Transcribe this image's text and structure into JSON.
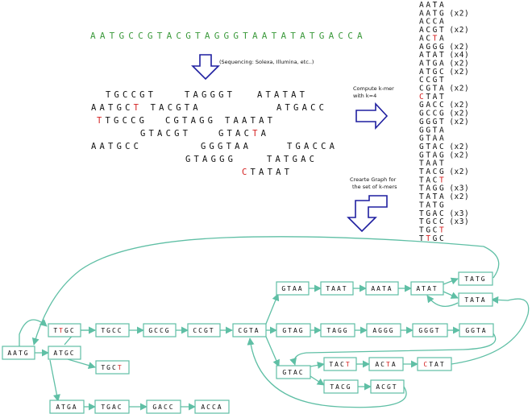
{
  "colors": {
    "genome": "#3c9a3c",
    "mutation": "#d42020",
    "graph": "#5fbfa5",
    "flow_arrow": "#1f1fa0",
    "text": "#111111"
  },
  "genome": "AATGCCGTACGTAGGGTAATATATGACCA",
  "sequencing_note": "(Sequencing: Solexa, Illumina, etc..)",
  "reads": [
    "TGCCGT",
    "TAGGGT",
    "ATATAT",
    "AATGCTTACGTA",
    "ATGACC",
    "TTGCCG",
    "CGTAGG",
    "TAATAT",
    "GTACGT",
    "GTACTA",
    "AATGCC",
    "GGGTAA",
    "TGACCA",
    "GTAGGG",
    "TATGAC",
    "CTATAT"
  ],
  "kmer_step": {
    "line1": "Compute k-mer",
    "line2": "with k=4"
  },
  "graph_step": {
    "line1": "Crearte Graph for",
    "line2": "the set of k-mers"
  },
  "kmers": [
    {
      "seq": "AATA",
      "count": ""
    },
    {
      "seq": "AATG",
      "count": "(x2)"
    },
    {
      "seq": "ACCA",
      "count": ""
    },
    {
      "seq": "ACGT",
      "count": "(x2)"
    },
    {
      "seq": "ACTA",
      "count": ""
    },
    {
      "seq": "AGGG",
      "count": "(x2)"
    },
    {
      "seq": "ATAT",
      "count": "(x4)"
    },
    {
      "seq": "ATGA",
      "count": "(x2)"
    },
    {
      "seq": "ATGC",
      "count": "(x2)"
    },
    {
      "seq": "CCGT",
      "count": ""
    },
    {
      "seq": "CGTA",
      "count": "(x2)"
    },
    {
      "seq": "CTAT",
      "count": ""
    },
    {
      "seq": "GACC",
      "count": "(x2)"
    },
    {
      "seq": "GCCG",
      "count": "(x2)"
    },
    {
      "seq": "GGGT",
      "count": "(x2)"
    },
    {
      "seq": "GGTA",
      "count": ""
    },
    {
      "seq": "GTAA",
      "count": ""
    },
    {
      "seq": "GTAC",
      "count": "(x2)"
    },
    {
      "seq": "GTAG",
      "count": "(x2)"
    },
    {
      "seq": "TAAT",
      "count": ""
    },
    {
      "seq": "TACG",
      "count": "(x2)"
    },
    {
      "seq": "TACT",
      "count": ""
    },
    {
      "seq": "TAGG",
      "count": "(x3)"
    },
    {
      "seq": "TATA",
      "count": "(x2)"
    },
    {
      "seq": "TATG",
      "count": ""
    },
    {
      "seq": "TGAC",
      "count": "(x3)"
    },
    {
      "seq": "TGCC",
      "count": "(x3)"
    },
    {
      "seq": "TGCT",
      "count": ""
    },
    {
      "seq": "TTGC",
      "count": ""
    }
  ],
  "graph_nodes": {
    "aatg": "AATG",
    "atgc": "ATGC",
    "ttgc": "TTGC",
    "tgcc": "TGCC",
    "tgct": "TGCT",
    "gccg": "GCCG",
    "ccgt": "CCGT",
    "cgta": "CGTA",
    "gtaa": "GTAA",
    "taat": "TAAT",
    "aata": "AATA",
    "atat": "ATAT",
    "tatg": "TATG",
    "tata": "TATA",
    "gtag": "GTAG",
    "tagg": "TAGG",
    "aggg": "AGGG",
    "gggt": "GGGT",
    "ggta": "GGTA",
    "gtac": "GTAC",
    "tact": "TACT",
    "acta": "ACTA",
    "ctat": "CTAT",
    "tacg": "TACG",
    "acgt": "ACGT",
    "atga": "ATGA",
    "tgac": "TGAC",
    "gacc": "GACC",
    "acca": "ACCA"
  }
}
